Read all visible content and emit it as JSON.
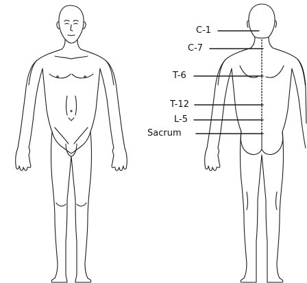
{
  "diagram": {
    "spine_labels": {
      "c1": "C-1",
      "c7": "C-7",
      "t6": "T-6",
      "t12": "T-12",
      "l5": "L-5",
      "sacrum": "Sacrum"
    },
    "colors": {
      "outline": "#1a1a1a",
      "background": "#ffffff"
    }
  }
}
